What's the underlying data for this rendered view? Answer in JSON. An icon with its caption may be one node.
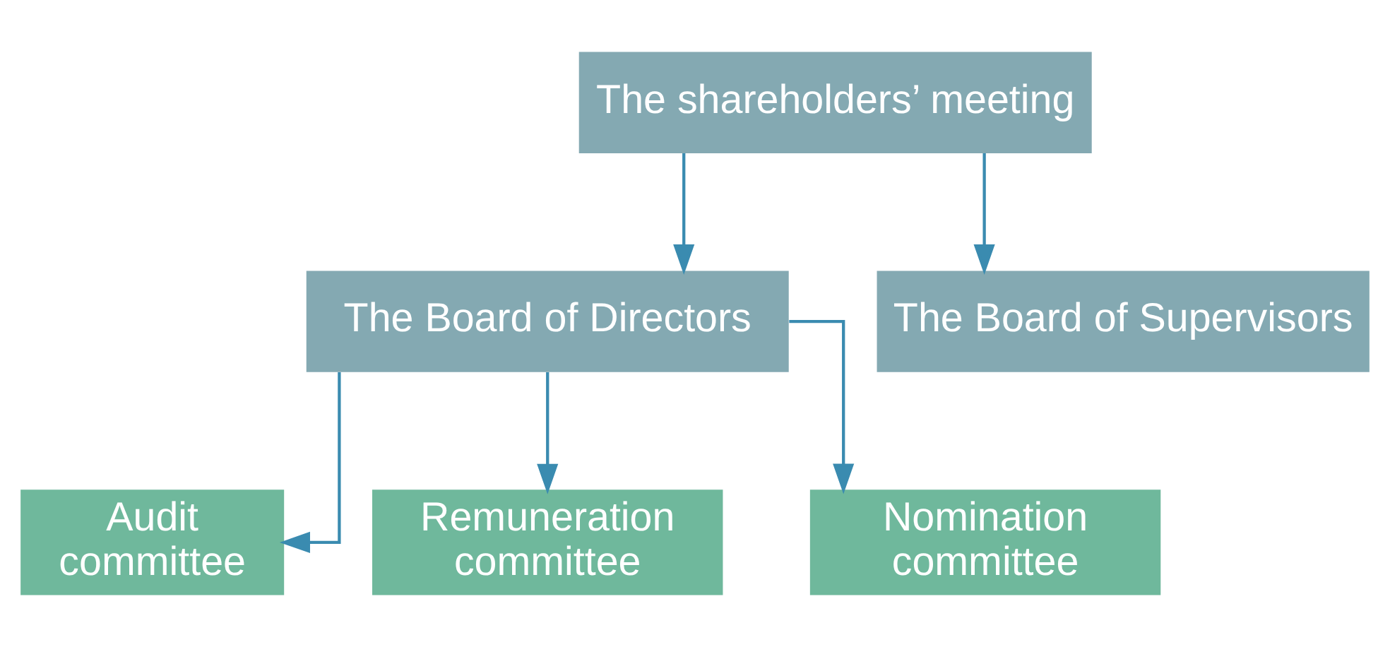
{
  "diagram": {
    "nodes": [
      {
        "text": [
          "The shareholders’ meeting"
        ]
      },
      {
        "text": [
          "The Board of Directors"
        ]
      },
      {
        "text": [
          "The Board of Supervisors"
        ]
      },
      {
        "text": [
          "Audit committee"
        ]
      },
      {
        "text": [
          "Remuneration committee"
        ]
      },
      {
        "text": [
          "Nomination committee"
        ]
      }
    ],
    "edges": [
      {
        "from": 0,
        "to": 1,
        "arrow": "to"
      },
      {
        "from": 0,
        "to": 2,
        "arrow": "to"
      },
      {
        "from": 1,
        "to": 3,
        "arrow": "to"
      },
      {
        "from": 1,
        "to": 4,
        "arrow": "to"
      },
      {
        "from": 1,
        "to": 5,
        "arrow": "to"
      }
    ]
  }
}
